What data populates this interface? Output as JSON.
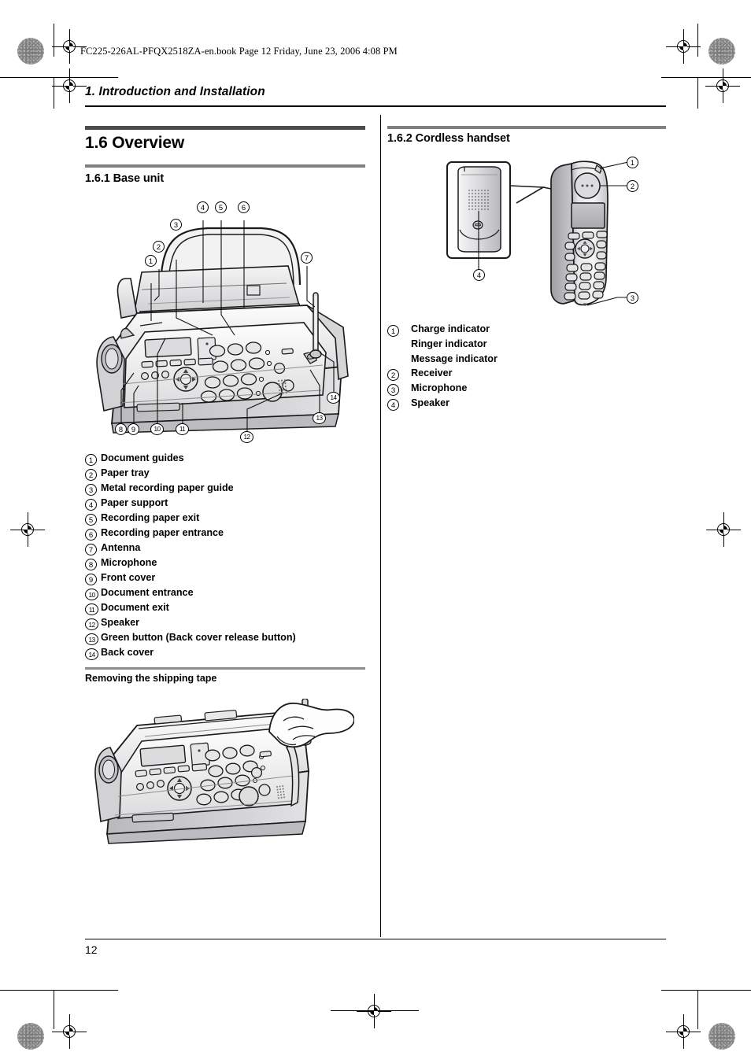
{
  "book_header": "FC225-226AL-PFQX2518ZA-en.book  Page 12  Friday, June 23, 2006  4:08 PM",
  "chapter_title": "1. Introduction and Installation",
  "page_number": "12",
  "left_column": {
    "section_title": "1.6 Overview",
    "subsection_title": "1.6.1 Base unit",
    "base_unit_figure": {
      "name": "base-unit-diagram",
      "callouts": [
        "1",
        "2",
        "3",
        "4",
        "5",
        "6",
        "7",
        "8",
        "9",
        "10",
        "11",
        "12",
        "13",
        "14"
      ]
    },
    "parts": [
      {
        "num": "1",
        "label": "Document guides"
      },
      {
        "num": "2",
        "label": "Paper tray"
      },
      {
        "num": "3",
        "label": "Metal recording paper guide"
      },
      {
        "num": "4",
        "label": "Paper support"
      },
      {
        "num": "5",
        "label": "Recording paper exit"
      },
      {
        "num": "6",
        "label": "Recording paper entrance"
      },
      {
        "num": "7",
        "label": "Antenna"
      },
      {
        "num": "8",
        "label": "Microphone"
      },
      {
        "num": "9",
        "label": "Front cover"
      },
      {
        "num": "10",
        "label": "Document entrance"
      },
      {
        "num": "11",
        "label": "Document exit"
      },
      {
        "num": "12",
        "label": "Speaker"
      },
      {
        "num": "13",
        "label": "Green button (Back cover release button)"
      },
      {
        "num": "14",
        "label": "Back cover"
      }
    ],
    "shipping_tape_heading": "Removing the shipping tape",
    "shipping_tape_figure": {
      "name": "removing-shipping-tape-diagram"
    }
  },
  "right_column": {
    "subsection_title": "1.6.2 Cordless handset",
    "handset_figure": {
      "name": "cordless-handset-diagram",
      "callouts": [
        "1",
        "2",
        "3",
        "4"
      ]
    },
    "parts": [
      {
        "num": "1",
        "label": "Charge indicator",
        "extra": [
          "Ringer indicator",
          "Message indicator"
        ]
      },
      {
        "num": "2",
        "label": "Receiver",
        "extra": []
      },
      {
        "num": "3",
        "label": "Microphone",
        "extra": []
      },
      {
        "num": "4",
        "label": "Speaker",
        "extra": []
      }
    ]
  },
  "colors": {
    "rule_dark": "#4d4d4d",
    "rule_mid": "#808080",
    "text": "#000000",
    "device_body": "#e9e9ea",
    "device_shade": "#bdbdbf"
  }
}
